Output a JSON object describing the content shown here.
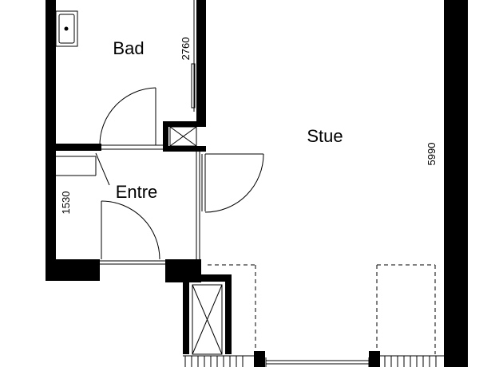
{
  "rooms": {
    "bad": "Bad",
    "stue": "Stue",
    "entre": "Entre"
  },
  "dimensions": {
    "bad_width": "2760",
    "stue_width": "5990",
    "entre_width": "1530"
  },
  "colors": {
    "wall": "#000000",
    "line": "#000000",
    "background": "#ffffff"
  },
  "icons": {
    "sink": "sink-icon",
    "shaft": "shaft-icon",
    "closet": "closet-icon"
  }
}
